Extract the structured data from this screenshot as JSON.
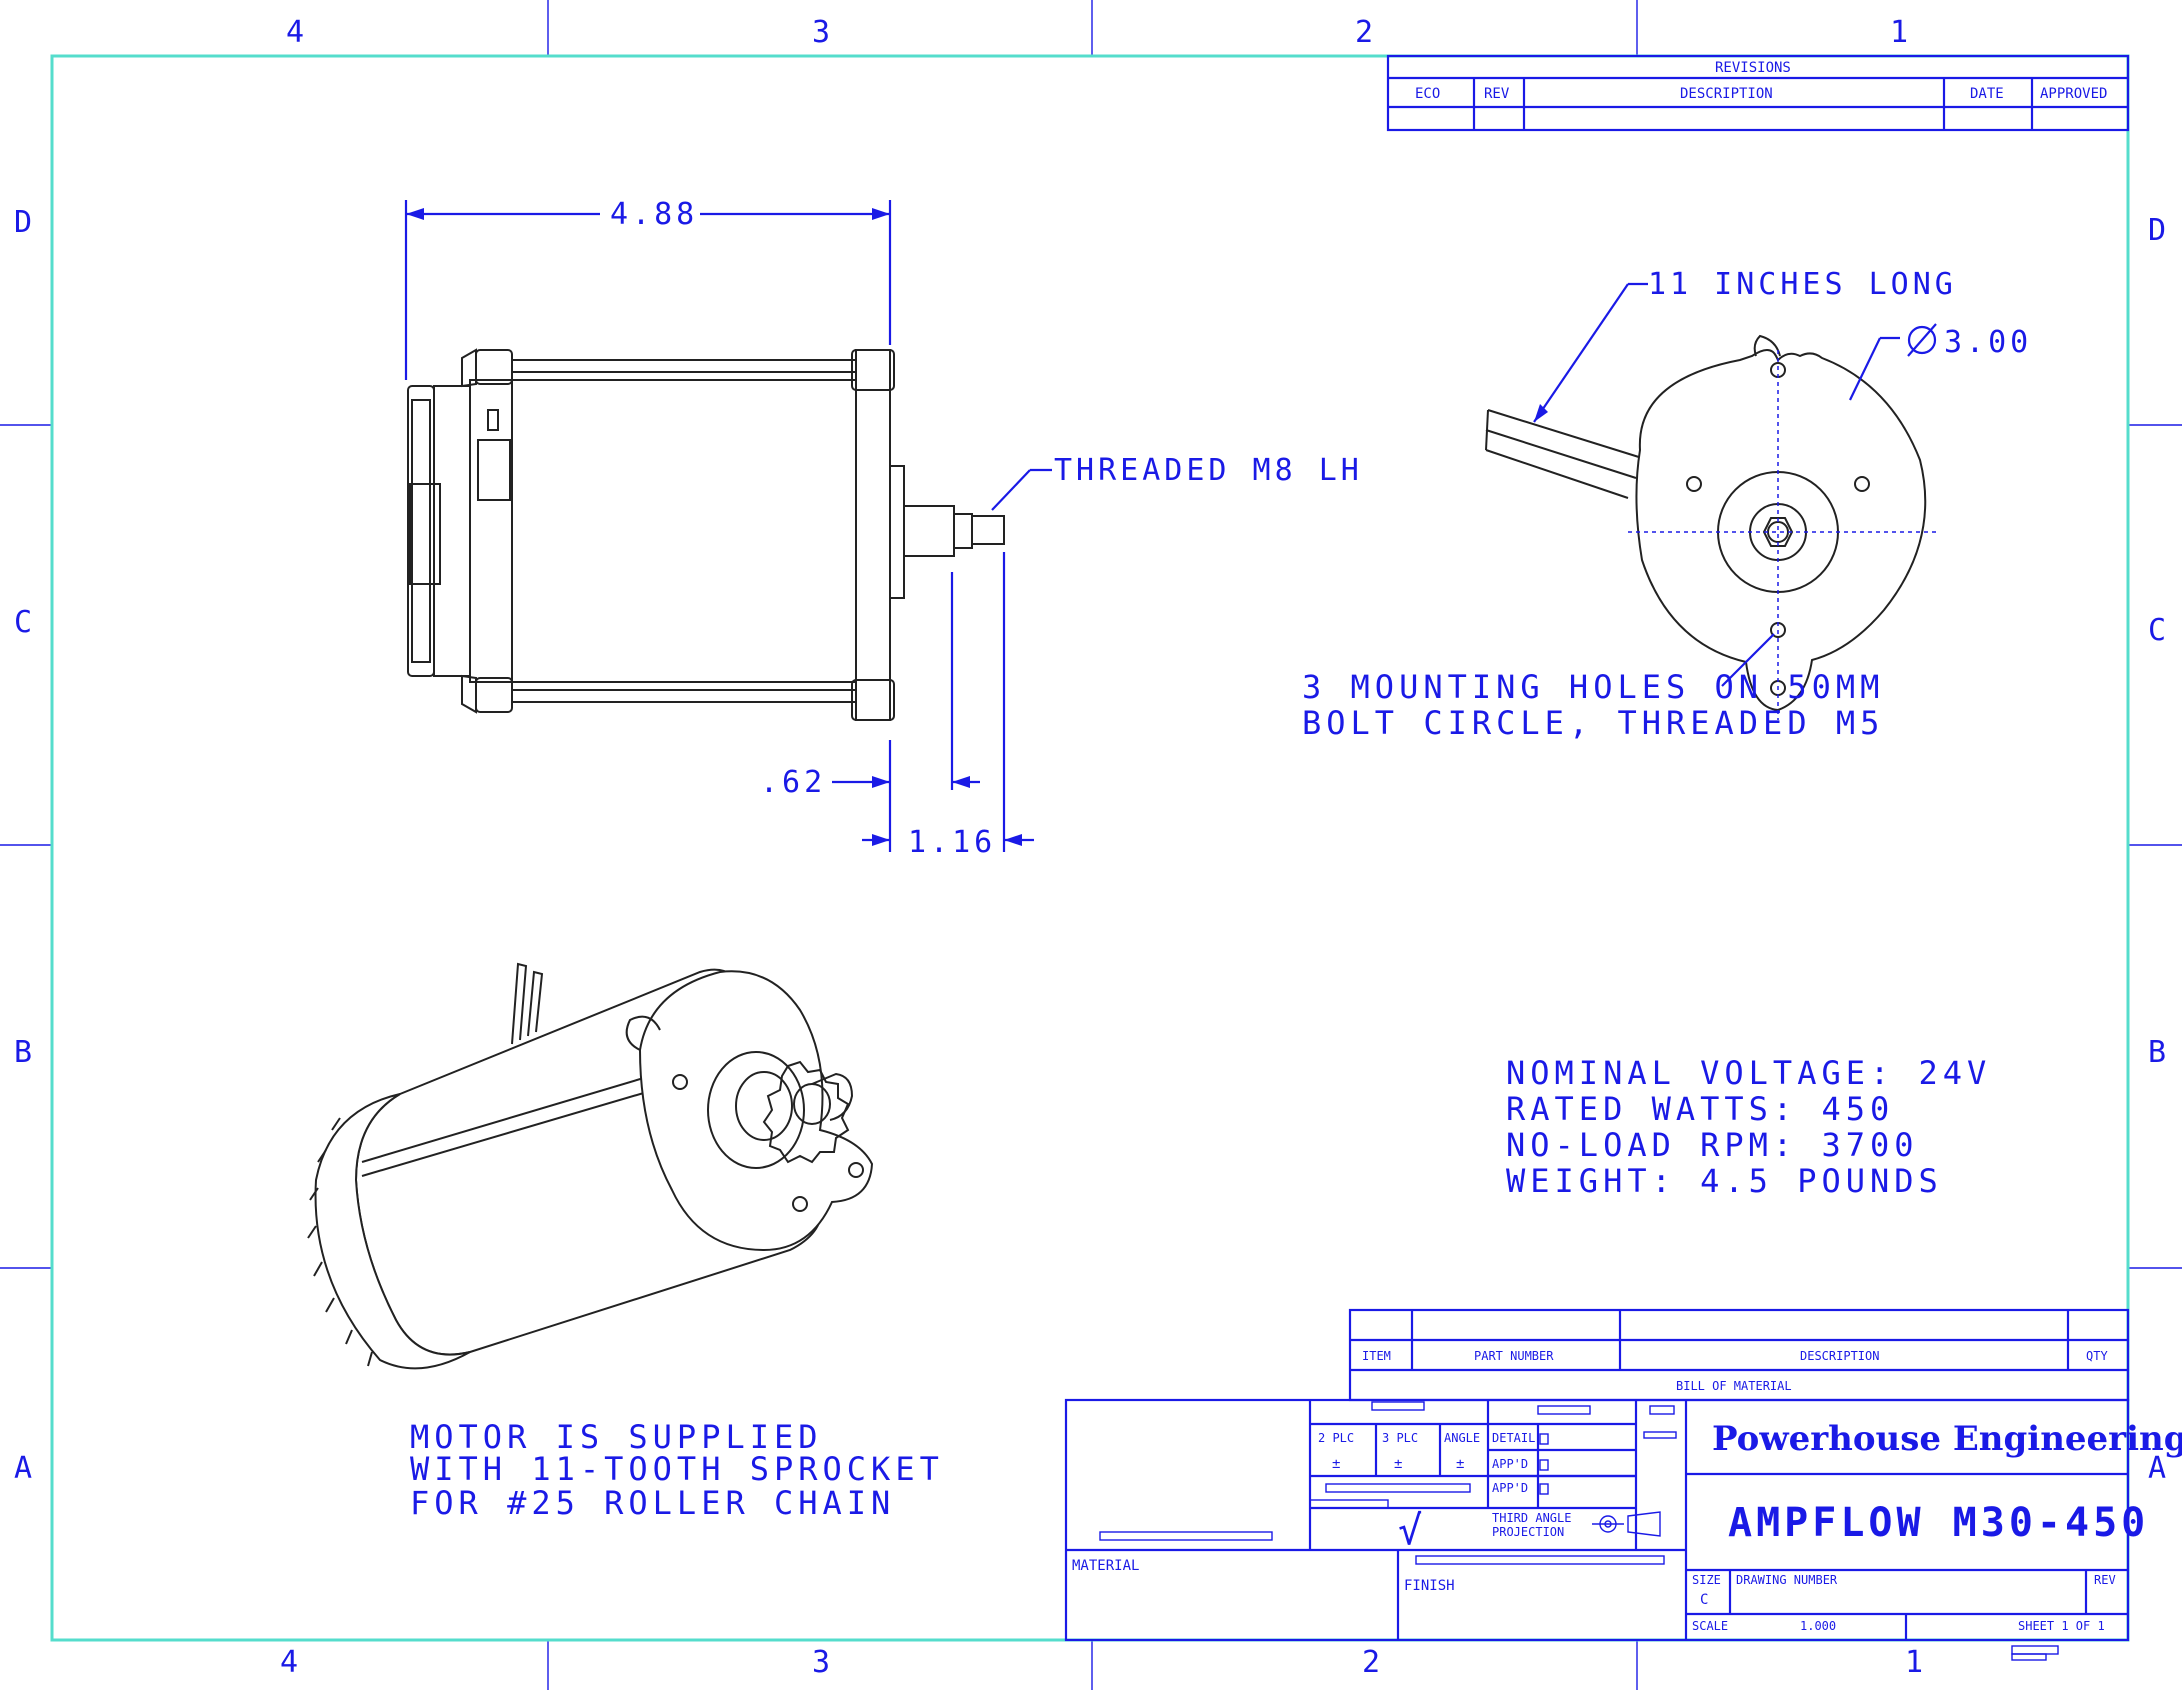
{
  "zones": {
    "top": [
      "4",
      "3",
      "2",
      "1"
    ],
    "bottom": [
      "4",
      "3",
      "2",
      "1"
    ],
    "left": [
      "D",
      "C",
      "B",
      "A"
    ],
    "right": [
      "D",
      "C",
      "B",
      "A"
    ]
  },
  "revisions": {
    "title": "REVISIONS",
    "columns": [
      "ECO",
      "REV",
      "DESCRIPTION",
      "DATE",
      "APPROVED"
    ]
  },
  "dimensions": {
    "length": "4.88",
    "shaft_shoulder": ".62",
    "shaft_length": "1.16",
    "diameter": "3.00",
    "thread_note": "THREADED M8 LH",
    "lead_note": "11 INCHES LONG"
  },
  "notes": {
    "mounting": [
      "3 MOUNTING HOLES ON 50MM",
      "BOLT CIRCLE, THREADED M5"
    ],
    "sprocket": [
      "MOTOR IS SUPPLIED",
      "WITH 11-TOOTH SPROCKET",
      "FOR #25 ROLLER CHAIN"
    ],
    "specs": [
      "NOMINAL VOLTAGE: 24V",
      "RATED WATTS: 450",
      "NO-LOAD RPM: 3700",
      "WEIGHT: 4.5 POUNDS"
    ]
  },
  "bom": {
    "columns": [
      "ITEM",
      "PART NUMBER",
      "DESCRIPTION",
      "QTY"
    ],
    "title": "BILL OF MATERIAL"
  },
  "title_block": {
    "company": "Powerhouse Engineering",
    "drawing_title": "AMPFLOW M30-450",
    "tolerance_headers": [
      "2 PLC",
      "3 PLC",
      "ANGLE"
    ],
    "tolerance_values": [
      "±",
      "±",
      "±"
    ],
    "sign_labels": [
      "DETAIL",
      "APP'D",
      "APP'D"
    ],
    "projection_label": [
      "THIRD ANGLE",
      "PROJECTION"
    ],
    "check_mark": "√",
    "material_label": "MATERIAL",
    "finish_label": "FINISH",
    "size_label": "SIZE",
    "size_value": "C",
    "dwg_number_label": "DRAWING NUMBER",
    "rev_label": "REV",
    "scale_label": "SCALE",
    "scale_value": "1.000",
    "sheet_label": "SHEET 1 OF 1"
  },
  "colors": {
    "line": "#1a1ae6",
    "border": "#55ddcc",
    "part": "#222222"
  }
}
